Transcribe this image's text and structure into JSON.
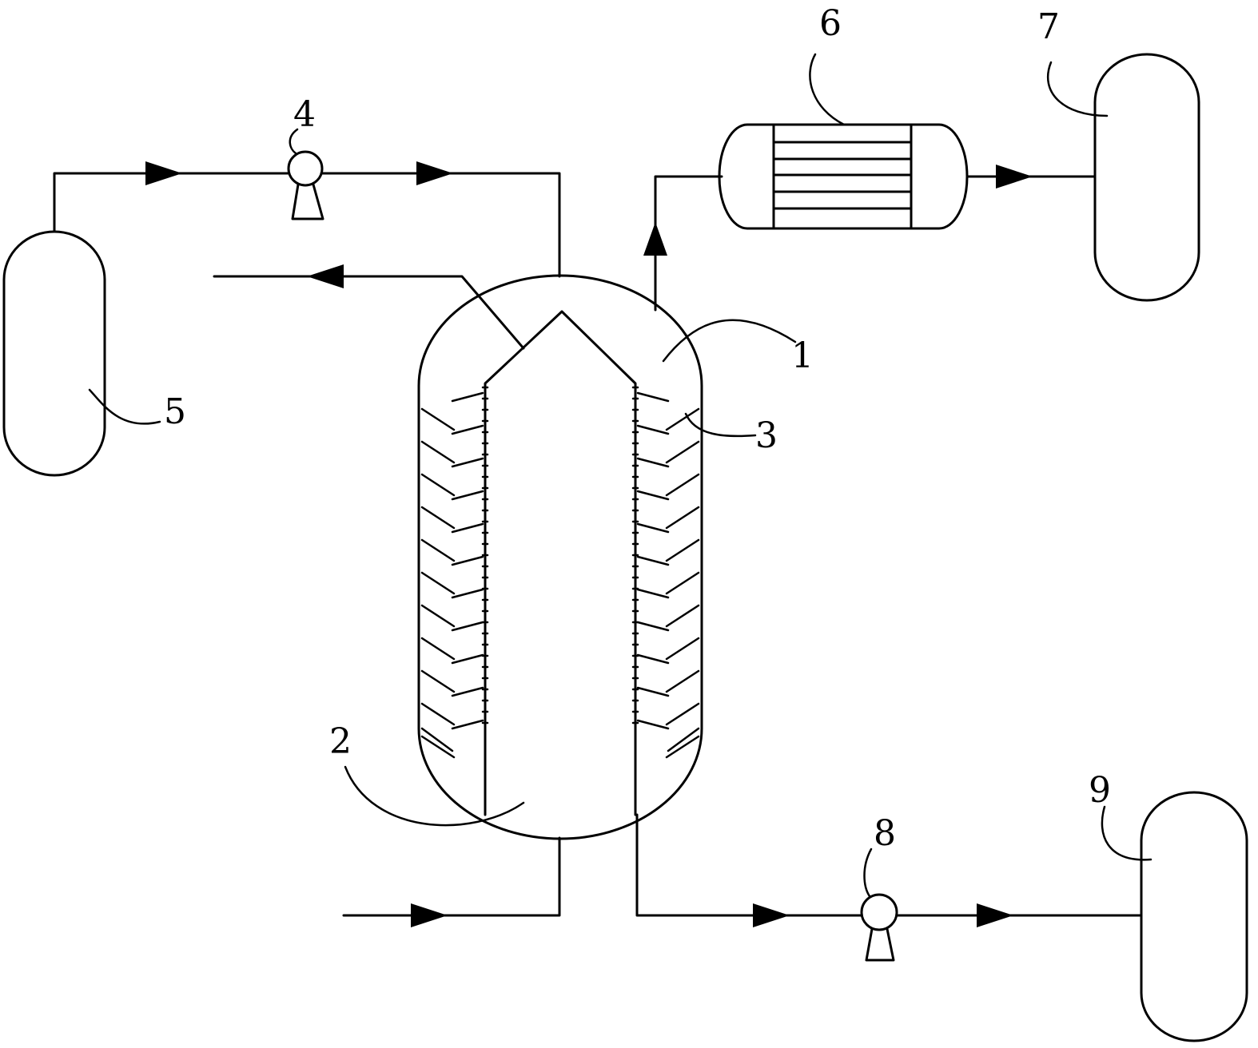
{
  "colors": {
    "stroke": "#000000",
    "background": "#ffffff"
  },
  "labels": {
    "reactor": "1",
    "inner_tube": "2",
    "baffles": "3",
    "feed_pump": "4",
    "feed_tank": "5",
    "condenser": "6",
    "distillate_tank": "7",
    "bottoms_pump": "8",
    "bottoms_tank": "9"
  }
}
